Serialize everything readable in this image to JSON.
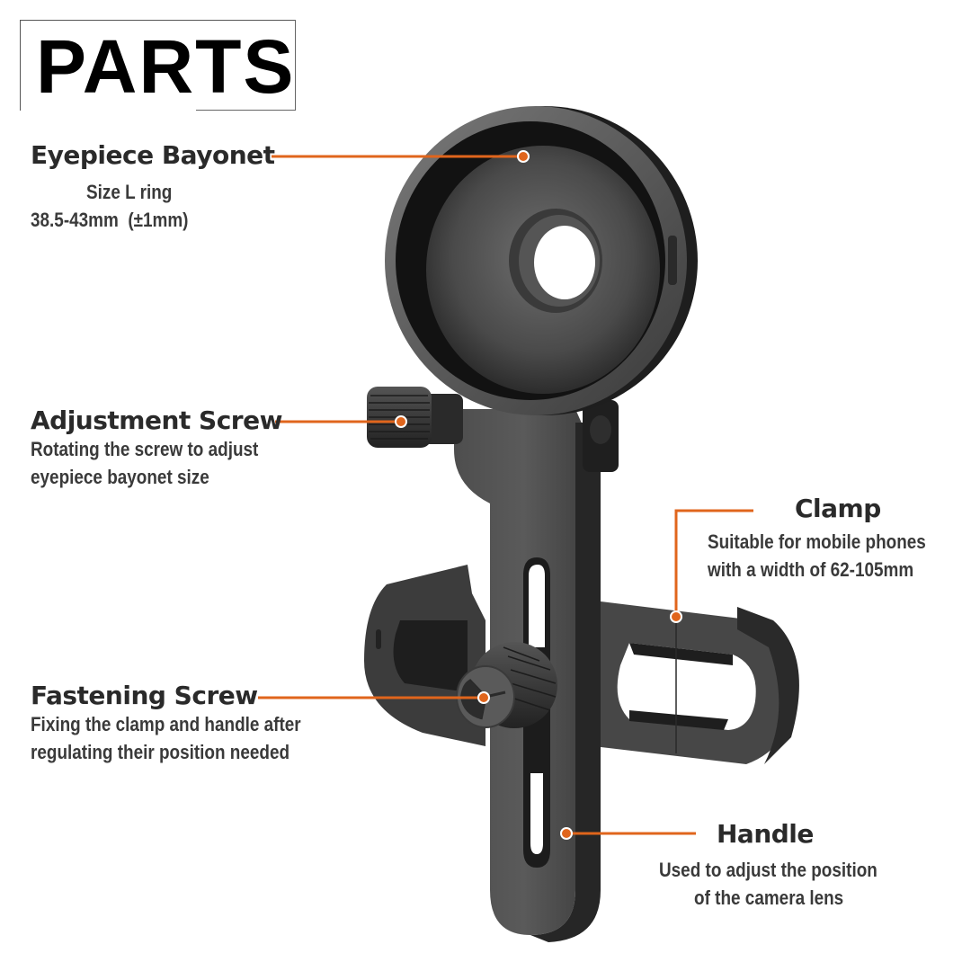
{
  "title": "PARTS",
  "accent_color": "#e0651c",
  "callouts": [
    {
      "id": "eyepiece-bayonet",
      "heading": "Eyepiece Bayonet",
      "lines": [
        "Size L ring",
        "38.5-43mm  (±1mm)"
      ]
    },
    {
      "id": "adjustment-screw",
      "heading": "Adjustment Screw",
      "lines": [
        "Rotating the screw to adjust",
        "eyepiece bayonet size"
      ]
    },
    {
      "id": "clamp",
      "heading": "Clamp",
      "lines": [
        "Suitable for mobile phones",
        "with a width of 62-105mm"
      ]
    },
    {
      "id": "fastening-screw",
      "heading": "Fastening Screw",
      "lines": [
        "Fixing the clamp and handle after",
        "regulating their position needed"
      ]
    },
    {
      "id": "handle",
      "heading": "Handle",
      "lines": [
        "Used to adjust the position",
        "of the camera lens"
      ]
    }
  ]
}
